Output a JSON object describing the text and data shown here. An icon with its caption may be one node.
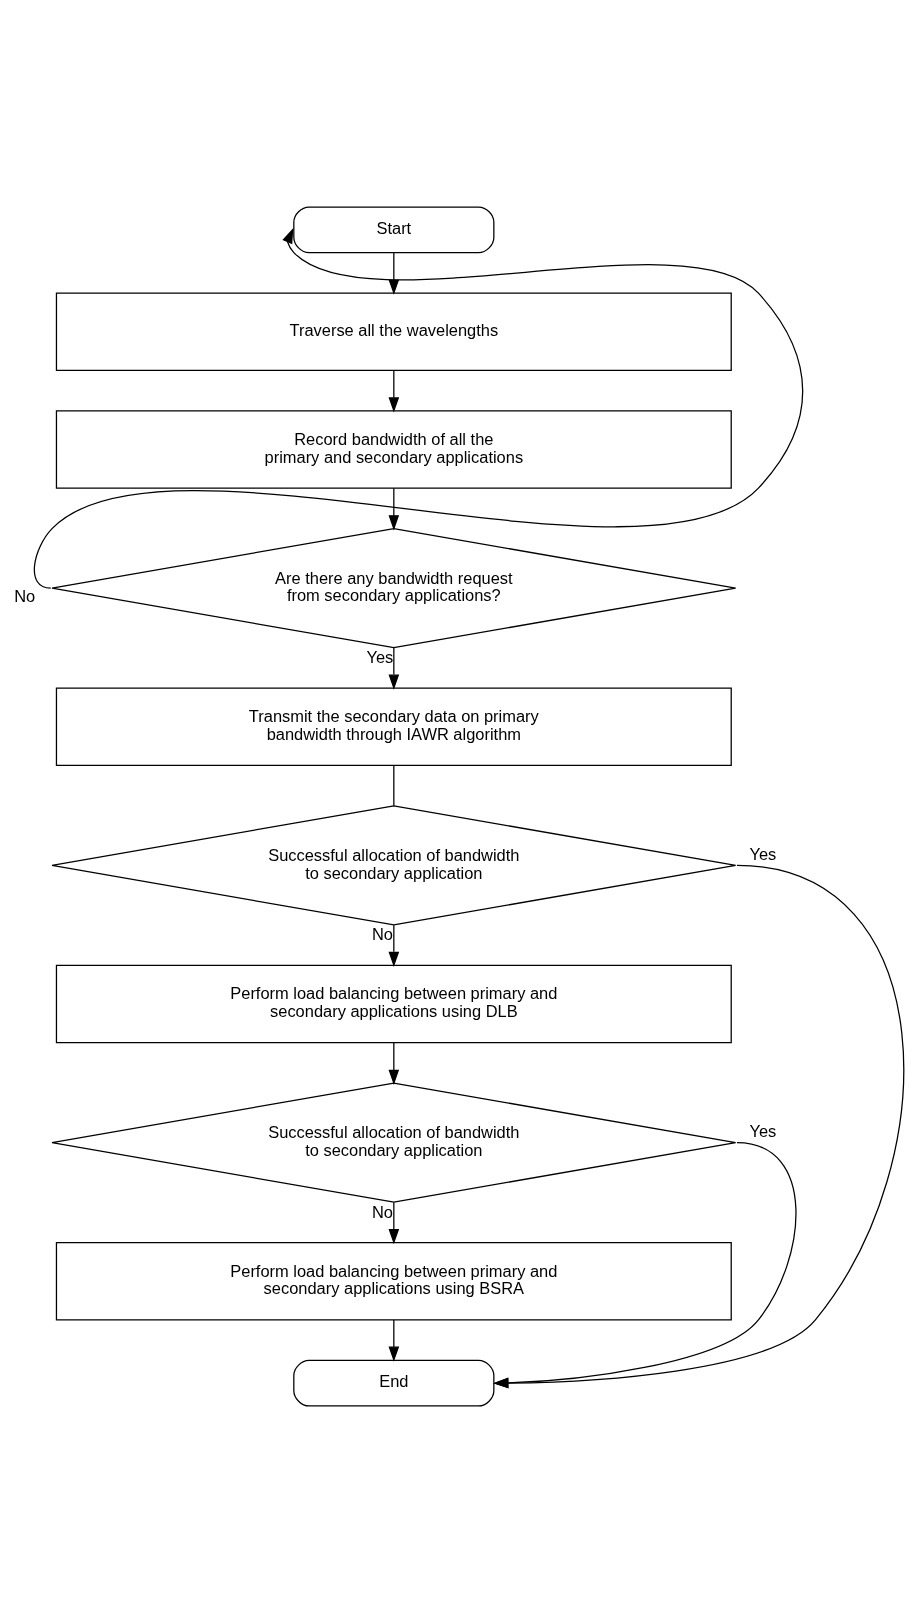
{
  "diagram": {
    "nodes": [
      {
        "text": [
          "Start"
        ]
      },
      {
        "text": [
          "Traverse all the wavelengths"
        ]
      },
      {
        "text": [
          "Record bandwidth of all the primary and secondary applications"
        ]
      },
      {
        "text": [
          "Are there any bandwidth request from secondary applications?"
        ]
      },
      {
        "text": [
          "Transmit the secondary data on primary bandwidth through IAWR algorithm"
        ]
      },
      {
        "text": [
          "Successful allocation of bandwidth to secondary application"
        ]
      },
      {
        "text": [
          "Perform load balancing between primary and secondary applications using DLB"
        ]
      },
      {
        "text": [
          "Successful allocation of bandwidth to secondary application"
        ]
      },
      {
        "text": [
          "Perform load balancing between primary and secondary applications using BSRA"
        ]
      },
      {
        "text": [
          "End"
        ]
      }
    ],
    "edges": [
      {
        "from": 0,
        "to": 1,
        "arrow": "to"
      },
      {
        "from": 1,
        "to": 2,
        "arrow": "to"
      },
      {
        "from": 2,
        "to": 3,
        "arrow": "to"
      },
      {
        "from": 3,
        "to": 0,
        "arrow": "to",
        "label": "No"
      },
      {
        "from": 3,
        "to": 4,
        "arrow": "to",
        "label": "Yes"
      },
      {
        "from": 4,
        "to": 5,
        "arrow": "none"
      },
      {
        "from": 5,
        "to": 9,
        "arrow": "to",
        "label": "Yes"
      },
      {
        "from": 5,
        "to": 6,
        "arrow": "to",
        "label": "No"
      },
      {
        "from": 6,
        "to": 7,
        "arrow": "to"
      },
      {
        "from": 7,
        "to": 9,
        "arrow": "to",
        "label": "Yes"
      },
      {
        "from": 7,
        "to": 8,
        "arrow": "to",
        "label": "No"
      },
      {
        "from": 8,
        "to": 9,
        "arrow": "to"
      }
    ]
  }
}
